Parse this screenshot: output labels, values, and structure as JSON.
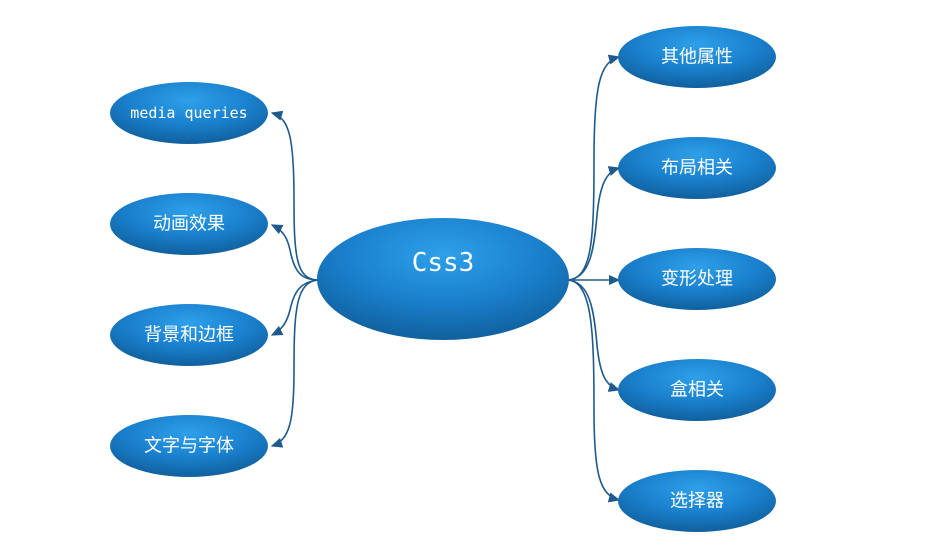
{
  "mindmap": {
    "root": {
      "label": "Css3"
    },
    "left_branches": [
      {
        "label": "media queries"
      },
      {
        "label": "动画效果"
      },
      {
        "label": "背景和边框"
      },
      {
        "label": "文字与字体"
      }
    ],
    "right_branches": [
      {
        "label": "其他属性"
      },
      {
        "label": "布局相关"
      },
      {
        "label": "变形处理"
      },
      {
        "label": "盒相关"
      },
      {
        "label": "选择器"
      }
    ]
  },
  "colors": {
    "node_light": "#2b9ae6",
    "node_mid": "#1a7fcc",
    "node_dark": "#0f5f9c",
    "connector": "#1f5a8c",
    "text": "#ffffff"
  }
}
